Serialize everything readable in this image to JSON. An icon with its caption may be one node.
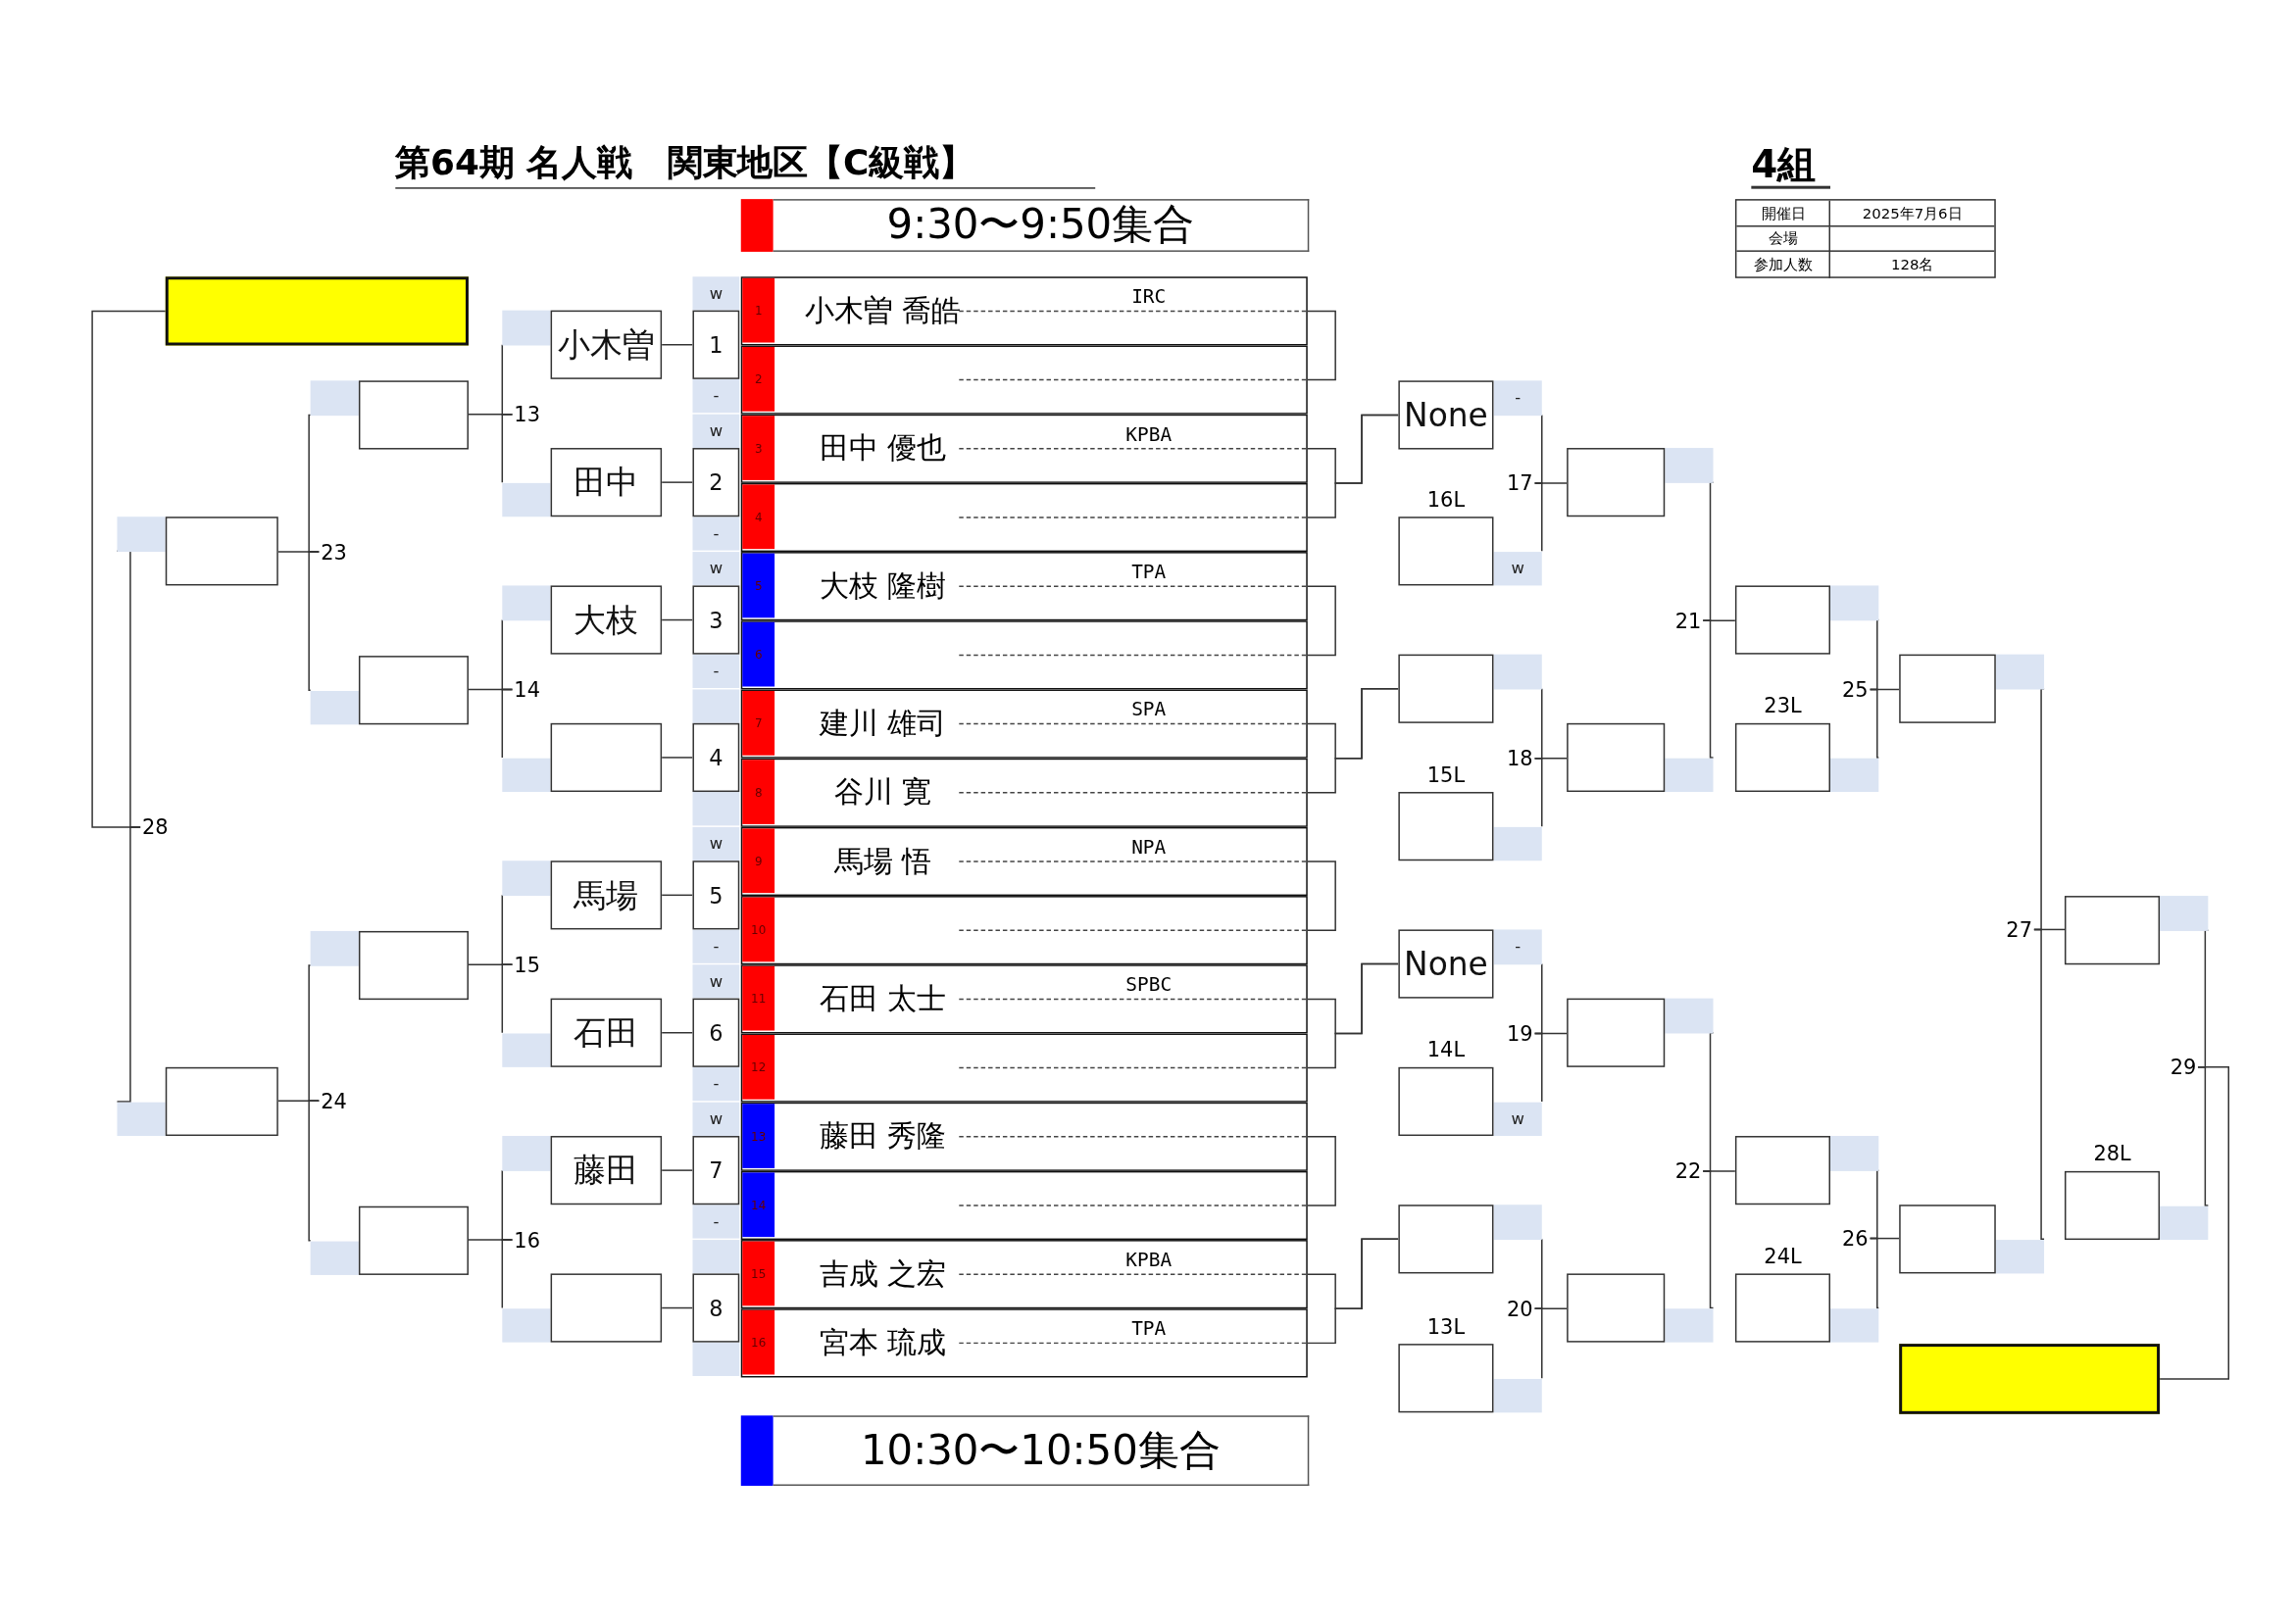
{
  "diagram": {
    "title": "第64期 名人戦　関東地区【C級戦】",
    "nodes": [
      {
        "text": [
          "1",
          "小木曽 喬皓",
          "IRC"
        ]
      },
      {
        "text": [
          "2"
        ]
      },
      {
        "text": [
          "3",
          "田中 優也",
          "KPBA"
        ]
      },
      {
        "text": [
          "4"
        ]
      },
      {
        "text": [
          "5",
          "大枝 隆樹",
          "TPA"
        ]
      },
      {
        "text": [
          "6"
        ]
      },
      {
        "text": [
          "7",
          "建川 雄司",
          "SPA"
        ]
      },
      {
        "text": [
          "8",
          "谷川 寛"
        ]
      },
      {
        "text": [
          "9",
          "馬場 悟",
          "NPA"
        ]
      },
      {
        "text": [
          "10"
        ]
      },
      {
        "text": [
          "11",
          "石田 太士",
          "SPBC"
        ]
      },
      {
        "text": [
          "12"
        ]
      },
      {
        "text": [
          "13",
          "藤田 秀隆"
        ]
      },
      {
        "text": [
          "14"
        ]
      },
      {
        "text": [
          "15",
          "吉成 之宏",
          "KPBA"
        ]
      },
      {
        "text": [
          "16",
          "宮本 琉成",
          "TPA"
        ]
      },
      {
        "text": [
          "1"
        ],
        "beside": [
          "w",
          "-"
        ]
      },
      {
        "text": [
          "2"
        ],
        "beside": [
          "w",
          "-"
        ]
      },
      {
        "text": [
          "3"
        ],
        "beside": [
          "w",
          "-"
        ]
      },
      {
        "text": [
          "4"
        ]
      },
      {
        "text": [
          "5"
        ],
        "beside": [
          "w",
          "-"
        ]
      },
      {
        "text": [
          "6"
        ],
        "beside": [
          "w",
          "-"
        ]
      },
      {
        "text": [
          "7"
        ],
        "beside": [
          "w",
          "-"
        ]
      },
      {
        "text": [
          "8"
        ]
      },
      {
        "text": [
          "小木曽"
        ]
      },
      {
        "text": [
          "田中"
        ]
      },
      {
        "text": [
          "大枝"
        ]
      },
      {
        "text": [],
        "shape": "box"
      },
      {
        "text": [
          "馬場"
        ]
      },
      {
        "text": [
          "石田"
        ]
      },
      {
        "text": [
          "藤田"
        ]
      },
      {
        "text": [],
        "shape": "box"
      },
      {
        "text": [
          "13"
        ]
      },
      {
        "text": [
          "14"
        ]
      },
      {
        "text": [
          "15"
        ]
      },
      {
        "text": [
          "16"
        ]
      },
      {
        "text": [],
        "shape": "box"
      },
      {
        "text": [],
        "shape": "box"
      },
      {
        "text": [],
        "shape": "box"
      },
      {
        "text": [],
        "shape": "box"
      },
      {
        "text": [
          "23"
        ]
      },
      {
        "text": [
          "24"
        ]
      },
      {
        "text": [],
        "shape": "box"
      },
      {
        "text": [],
        "shape": "box"
      },
      {
        "text": [
          "28"
        ]
      },
      {
        "text": [],
        "shape": "box"
      },
      {
        "text": [
          "None"
        ],
        "beside": [
          "-"
        ]
      },
      {
        "text": [
          "16L"
        ],
        "beside": [
          "w"
        ]
      },
      {
        "text": [
          "17"
        ]
      },
      {
        "text": [],
        "shape": "box"
      },
      {
        "text": [],
        "shape": "box"
      },
      {
        "text": [
          "15L"
        ]
      },
      {
        "text": [
          "18"
        ]
      },
      {
        "text": [],
        "shape": "box"
      },
      {
        "text": [
          "21"
        ]
      },
      {
        "text": [],
        "shape": "box"
      },
      {
        "text": [
          "23L"
        ]
      },
      {
        "text": [
          "25"
        ]
      },
      {
        "text": [],
        "shape": "box"
      },
      {
        "text": [
          "None"
        ],
        "beside": [
          "-"
        ]
      },
      {
        "text": [
          "14L"
        ],
        "beside": [
          "w"
        ]
      },
      {
        "text": [
          "19"
        ]
      },
      {
        "text": [],
        "shape": "box"
      },
      {
        "text": [],
        "shape": "box"
      },
      {
        "text": [
          "13L"
        ]
      },
      {
        "text": [
          "20"
        ]
      },
      {
        "text": [],
        "shape": "box"
      },
      {
        "text": [
          "22"
        ]
      },
      {
        "text": [],
        "shape": "box"
      },
      {
        "text": [
          "24L"
        ]
      },
      {
        "text": [
          "26"
        ]
      },
      {
        "text": [],
        "shape": "box"
      },
      {
        "text": [
          "27"
        ]
      },
      {
        "text": [],
        "shape": "box"
      },
      {
        "text": [
          "28L"
        ]
      },
      {
        "text": [
          "29"
        ]
      },
      {
        "text": [],
        "shape": "box"
      }
    ],
    "edges": [
      {
        "from": 0,
        "to": 1,
        "arrow": "none"
      },
      {
        "from": 2,
        "to": 46,
        "arrow": "none"
      },
      {
        "from": 3,
        "to": 46,
        "arrow": "none"
      },
      {
        "from": 4,
        "to": 5,
        "arrow": "none"
      },
      {
        "from": 6,
        "to": 50,
        "arrow": "none"
      },
      {
        "from": 7,
        "to": 50,
        "arrow": "none"
      },
      {
        "from": 8,
        "to": 9,
        "arrow": "none"
      },
      {
        "from": 10,
        "to": 59,
        "arrow": "none"
      },
      {
        "from": 11,
        "to": 59,
        "arrow": "none"
      },
      {
        "from": 12,
        "to": 13,
        "arrow": "none"
      },
      {
        "from": 14,
        "to": 63,
        "arrow": "none"
      },
      {
        "from": 15,
        "to": 63,
        "arrow": "none"
      },
      {
        "from": 16,
        "to": 24,
        "arrow": "none"
      },
      {
        "from": 17,
        "to": 25,
        "arrow": "none"
      },
      {
        "from": 18,
        "to": 26,
        "arrow": "none"
      },
      {
        "from": 19,
        "to": 27,
        "arrow": "none"
      },
      {
        "from": 20,
        "to": 28,
        "arrow": "none"
      },
      {
        "from": 21,
        "to": 29,
        "arrow": "none"
      },
      {
        "from": 22,
        "to": 30,
        "arrow": "none"
      },
      {
        "from": 23,
        "to": 31,
        "arrow": "none"
      },
      {
        "from": 24,
        "to": 32,
        "arrow": "none"
      },
      {
        "from": 25,
        "to": 32,
        "arrow": "none"
      },
      {
        "from": 32,
        "to": 36,
        "arrow": "none"
      },
      {
        "from": 26,
        "to": 33,
        "arrow": "none"
      },
      {
        "from": 27,
        "to": 33,
        "arrow": "none"
      },
      {
        "from": 33,
        "to": 37,
        "arrow": "none"
      },
      {
        "from": 28,
        "to": 34,
        "arrow": "none"
      },
      {
        "from": 29,
        "to": 34,
        "arrow": "none"
      },
      {
        "from": 34,
        "to": 38,
        "arrow": "none"
      },
      {
        "from": 30,
        "to": 35,
        "arrow": "none"
      },
      {
        "from": 31,
        "to": 35,
        "arrow": "none"
      },
      {
        "from": 35,
        "to": 39,
        "arrow": "none"
      },
      {
        "from": 36,
        "to": 40,
        "arrow": "none"
      },
      {
        "from": 37,
        "to": 40,
        "arrow": "none"
      },
      {
        "from": 40,
        "to": 42,
        "arrow": "none"
      },
      {
        "from": 38,
        "to": 41,
        "arrow": "none"
      },
      {
        "from": 39,
        "to": 41,
        "arrow": "none"
      },
      {
        "from": 41,
        "to": 43,
        "arrow": "none"
      },
      {
        "from": 42,
        "to": 44,
        "arrow": "none"
      },
      {
        "from": 43,
        "to": 44,
        "arrow": "none"
      },
      {
        "from": 44,
        "to": 45,
        "arrow": "none"
      },
      {
        "from": 46,
        "to": 48,
        "arrow": "none"
      },
      {
        "from": 47,
        "to": 48,
        "arrow": "none"
      },
      {
        "from": 48,
        "to": 49,
        "arrow": "none"
      },
      {
        "from": 50,
        "to": 52,
        "arrow": "none"
      },
      {
        "from": 51,
        "to": 52,
        "arrow": "none"
      },
      {
        "from": 52,
        "to": 53,
        "arrow": "none"
      },
      {
        "from": 49,
        "to": 54,
        "arrow": "none"
      },
      {
        "from": 53,
        "to": 54,
        "arrow": "none"
      },
      {
        "from": 54,
        "to": 55,
        "arrow": "none"
      },
      {
        "from": 55,
        "to": 57,
        "arrow": "none"
      },
      {
        "from": 56,
        "to": 57,
        "arrow": "none"
      },
      {
        "from": 57,
        "to": 58,
        "arrow": "none"
      },
      {
        "from": 59,
        "to": 61,
        "arrow": "none"
      },
      {
        "from": 60,
        "to": 61,
        "arrow": "none"
      },
      {
        "from": 61,
        "to": 62,
        "arrow": "none"
      },
      {
        "from": 63,
        "to": 65,
        "arrow": "none"
      },
      {
        "from": 64,
        "to": 65,
        "arrow": "none"
      },
      {
        "from": 65,
        "to": 66,
        "arrow": "none"
      },
      {
        "from": 62,
        "to": 67,
        "arrow": "none"
      },
      {
        "from": 66,
        "to": 67,
        "arrow": "none"
      },
      {
        "from": 67,
        "to": 68,
        "arrow": "none"
      },
      {
        "from": 68,
        "to": 70,
        "arrow": "none"
      },
      {
        "from": 69,
        "to": 70,
        "arrow": "none"
      },
      {
        "from": 70,
        "to": 71,
        "arrow": "none"
      },
      {
        "from": 58,
        "to": 72,
        "arrow": "none"
      },
      {
        "from": 71,
        "to": 72,
        "arrow": "none"
      },
      {
        "from": 72,
        "to": 73,
        "arrow": "none"
      },
      {
        "from": 73,
        "to": 75,
        "arrow": "none"
      },
      {
        "from": 74,
        "to": 75,
        "arrow": "none"
      },
      {
        "from": 75,
        "to": 76,
        "arrow": "none"
      }
    ],
    "labels": [
      "4組",
      "開催日",
      "2025年7月6日",
      "会場",
      "参加人数",
      "128名"
    ],
    "legend": [
      {
        "text": "9:30〜9:50集合",
        "color": "#ff0000"
      },
      {
        "text": "10:30〜10:50集合",
        "color": "#0000ff"
      }
    ]
  }
}
